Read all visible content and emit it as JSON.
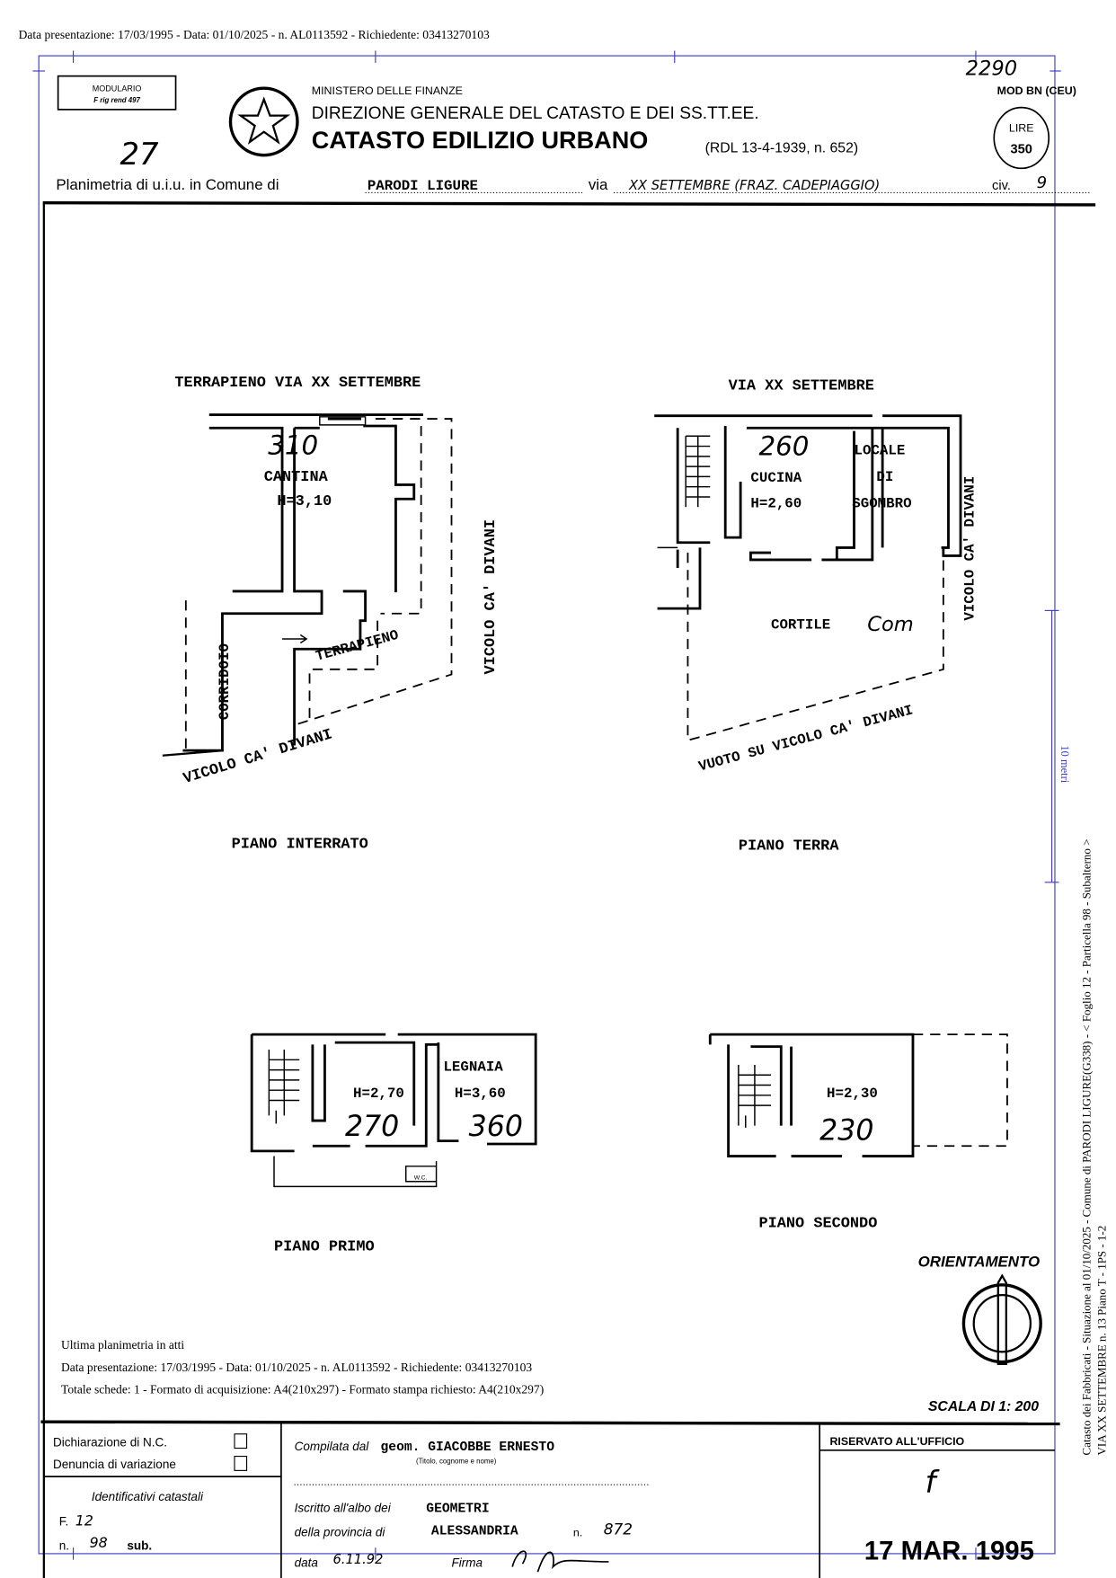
{
  "overlay": {
    "header_line": "Data presentazione: 17/03/1995 - Data: 01/10/2025 - n. AL0113592 - Richiedente: 03413270103",
    "last_plan": "Ultima planimetria in atti",
    "footer_line1": "Data presentazione: 17/03/1995 - Data: 01/10/2025 - n. AL0113592 - Richiedente: 03413270103",
    "footer_line2": "Totale schede: 1 - Formato di acquisizione: A4(210x297) - Formato stampa richiesto: A4(210x297)",
    "side_line1": "Catasto dei Fabbricati - Situazione al 01/10/2025 - Comune di PARODI LIGURE(G338) - < Foglio 12 - Particella 98 - Subalterno >",
    "side_line2": "VIA XX SETTEMBRE n. 13 Piano T - 1PS - 1-2",
    "scale_label": "10 metri"
  },
  "form_header": {
    "modulario_line1": "MODULARIO",
    "modulario_line2": "F rig rend 497",
    "handwritten_number": "27",
    "handwritten_top": "2290",
    "ministry": "MINISTERO DELLE FINANZE",
    "direction": "DIREZIONE GENERALE DEL CATASTO E DEI SS.TT.EE.",
    "title": "CATASTO EDILIZIO URBANO",
    "law": "(RDL 13-4-1939, n. 652)",
    "mod": "MOD BN (CEU)",
    "stamp_line1": "LIRE",
    "stamp_line2": "350",
    "planimetria_label": "Planimetria di u.i.u. in Comune di",
    "comune": "PARODI LIGURE",
    "via_label": "via",
    "via": "XX SETTEMBRE (FRAZ. CADEPIAGGIO)",
    "civ_label": "civ.",
    "civ": "9"
  },
  "plans": {
    "interrato": {
      "street_top": "TERRAPIENO VIA XX SETTEMBRE",
      "room": "CANTINA",
      "height": "H=3,10",
      "hand": "310",
      "terrapieno": "TERRAPIENO",
      "corridoio": "CORRIDOIO",
      "street_right": "VICOLO CA' DIVANI",
      "street_bottom": "VICOLO CA' DIVANI",
      "title": "PIANO INTERRATO"
    },
    "terra": {
      "street_top": "VIA XX SETTEMBRE",
      "room1": "CUCINA",
      "height1": "H=2,60",
      "hand1": "260",
      "room2_l1": "LOCALE",
      "room2_l2": "DI",
      "room2_l3": "SGOMBRO",
      "cortile": "CORTILE",
      "cortile_hand": "Com",
      "street_right": "VICOLO CA' DIVANI",
      "street_bottom": "VUOTO SU VICOLO CA' DIVANI",
      "title": "PIANO TERRA"
    },
    "primo": {
      "height1": "H=2,70",
      "hand1": "270",
      "room2": "LEGNAIA",
      "height2": "H=3,60",
      "hand2": "360",
      "wc": "W.C.",
      "title": "PIANO PRIMO"
    },
    "secondo": {
      "height1": "H=2,30",
      "hand1": "230",
      "title": "PIANO SECONDO"
    }
  },
  "orientation": {
    "label": "ORIENTAMENTO",
    "scale": "SCALA DI 1: 200"
  },
  "footer": {
    "nc": "Dichiarazione di N.C.",
    "variazione": "Denuncia di variazione",
    "compilata": "Compilata dal",
    "compiler": "geom. GIACOBBE ERNESTO",
    "compiler_hint": "(Titolo, cognome e nome)",
    "iscritto": "Iscritto all'albo dei",
    "albo": "GEOMETRI",
    "provincia_label": "della provincia di",
    "provincia": "ALESSANDRIA",
    "n_label": "n.",
    "n_value": "872",
    "data_label": "data",
    "data_value": "6.11.92",
    "firma_label": "Firma",
    "identificativi": "Identificativi catastali",
    "foglio_label": "F.",
    "foglio": "12",
    "num_label": "n.",
    "num": "98",
    "sub_label": "sub.",
    "riservato": "RISERVATO ALL'UFFICIO",
    "office_mark": "f",
    "stamp_date": "17 MAR. 1995"
  }
}
